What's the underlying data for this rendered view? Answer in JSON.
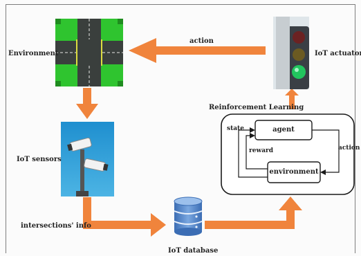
{
  "labels": {
    "environment": "Environment",
    "action_top": "action",
    "iot_actuator": "IoT actuator",
    "reinforcement_learning": "Reinforcement Learning",
    "iot_sensors": "IoT sensors",
    "intersections_info": "intersections' info",
    "iot_database": "IoT database"
  },
  "rl_loop": {
    "agent": "agent",
    "environment": "environment",
    "state": "state",
    "reward": "reward",
    "action": "action"
  },
  "icons": {
    "intersection": "intersection-map-icon",
    "traffic_light": "traffic-light-icon",
    "camera": "security-camera-icon",
    "database": "database-icon"
  },
  "colors": {
    "arrow": "#f0843c",
    "grass": "#2fc42f",
    "road": "#3a3f3d",
    "light_green": "#22c55e",
    "sky": "#2b9fd8",
    "database": "#4e7fc4"
  }
}
